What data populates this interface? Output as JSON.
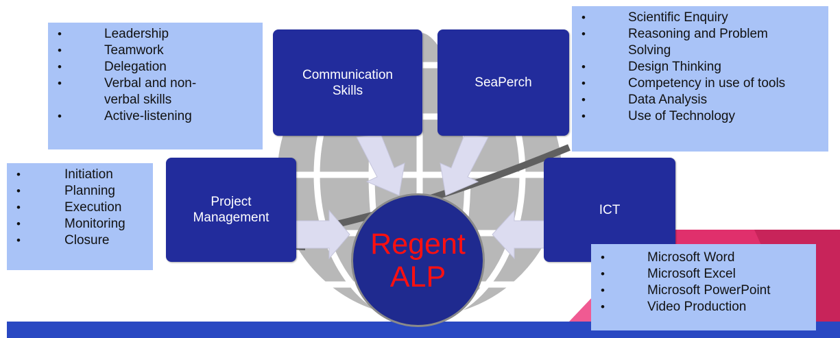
{
  "center": {
    "line1": "Regent",
    "line2": "ALP"
  },
  "boxes": {
    "communication": {
      "line1": "Communication",
      "line2": "Skills"
    },
    "seaperch": {
      "label": "SeaPerch"
    },
    "project": {
      "line1": "Project",
      "line2": "Management"
    },
    "ict": {
      "label": "ICT"
    }
  },
  "lists": {
    "communication": [
      "Leadership",
      "Teamwork",
      "Delegation",
      "Verbal and non-",
      "verbal skills",
      "Active-listening"
    ],
    "seaperch": [
      "Scientific Enquiry",
      "Reasoning and Problem",
      "Solving",
      "Design Thinking",
      "Competency in use of tools",
      "Data Analysis",
      "Use of Technology"
    ],
    "project": [
      "Initiation",
      "Planning",
      "Execution",
      "Monitoring",
      "Closure"
    ],
    "ict": [
      "Microsoft Word",
      "Microsoft Excel",
      "Microsoft PowerPoint",
      "Video Production"
    ]
  },
  "colors": {
    "box": "#222c9c",
    "panel": "#a9c3f7",
    "center_text": "#ff1010",
    "globe": "#b8b8b8",
    "arrow": "#dcdcf0",
    "band": "#2948c2",
    "pink": "#e0306c"
  }
}
